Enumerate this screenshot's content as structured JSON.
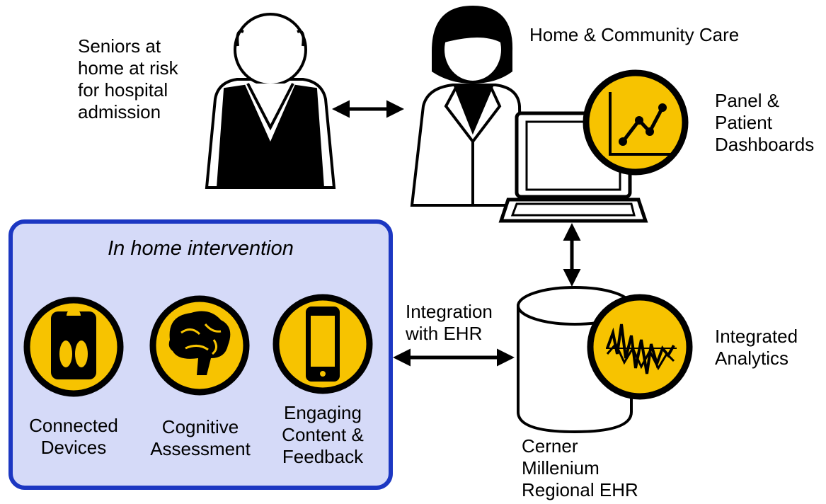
{
  "labels": {
    "seniors": [
      "Seniors at",
      "home at risk",
      "for hospital",
      "admission"
    ],
    "home_care": "Home & Community Care",
    "dashboards": [
      "Panel &",
      "Patient",
      "Dashboards"
    ],
    "intervention_title": "In home intervention",
    "connected_devices": [
      "Connected",
      "Devices"
    ],
    "cognitive_assessment": [
      "Cognitive",
      "Assessment"
    ],
    "engaging_content": [
      "Engaging",
      "Content &",
      "Feedback"
    ],
    "integration": [
      "Integration",
      "with EHR"
    ],
    "analytics": [
      "Integrated",
      "Analytics"
    ],
    "ehr": [
      "Cerner",
      "Millenium",
      "Regional EHR"
    ]
  },
  "colors": {
    "accent_yellow": "#F7C300",
    "box_fill": "#D5DAF8",
    "box_border": "#1C37C2",
    "ink": "#000000"
  },
  "icons": [
    "senior-person-icon",
    "caregiver-icon",
    "laptop-icon",
    "line-chart-icon",
    "scale-icon",
    "brain-icon",
    "smartphone-icon",
    "database-icon",
    "analytics-signal-icon"
  ]
}
